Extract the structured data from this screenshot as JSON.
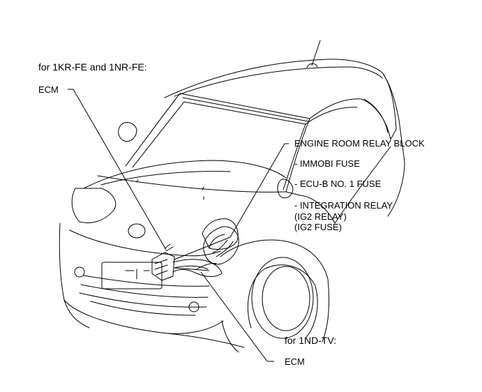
{
  "diagram": {
    "colors": {
      "line": "#000000",
      "background": "#ffffff"
    },
    "labels": {
      "header_1kr": "for 1KR-FE and 1NR-FE:",
      "ecm_top": "ECM",
      "engine_room_relay_block": "ENGINE ROOM RELAY BLOCK",
      "immobi_fuse": "- IMMOBI FUSE",
      "ecu_b_fuse": "- ECU-B NO. 1 FUSE",
      "integration_relay": "- INTEGRATION RELAY",
      "ig2_relay": "(IG2 RELAY)",
      "ig2_fuse": "(IG2 FUSE)",
      "header_1nd": "for 1ND-TV:",
      "ecm_bottom": "ECM"
    }
  }
}
